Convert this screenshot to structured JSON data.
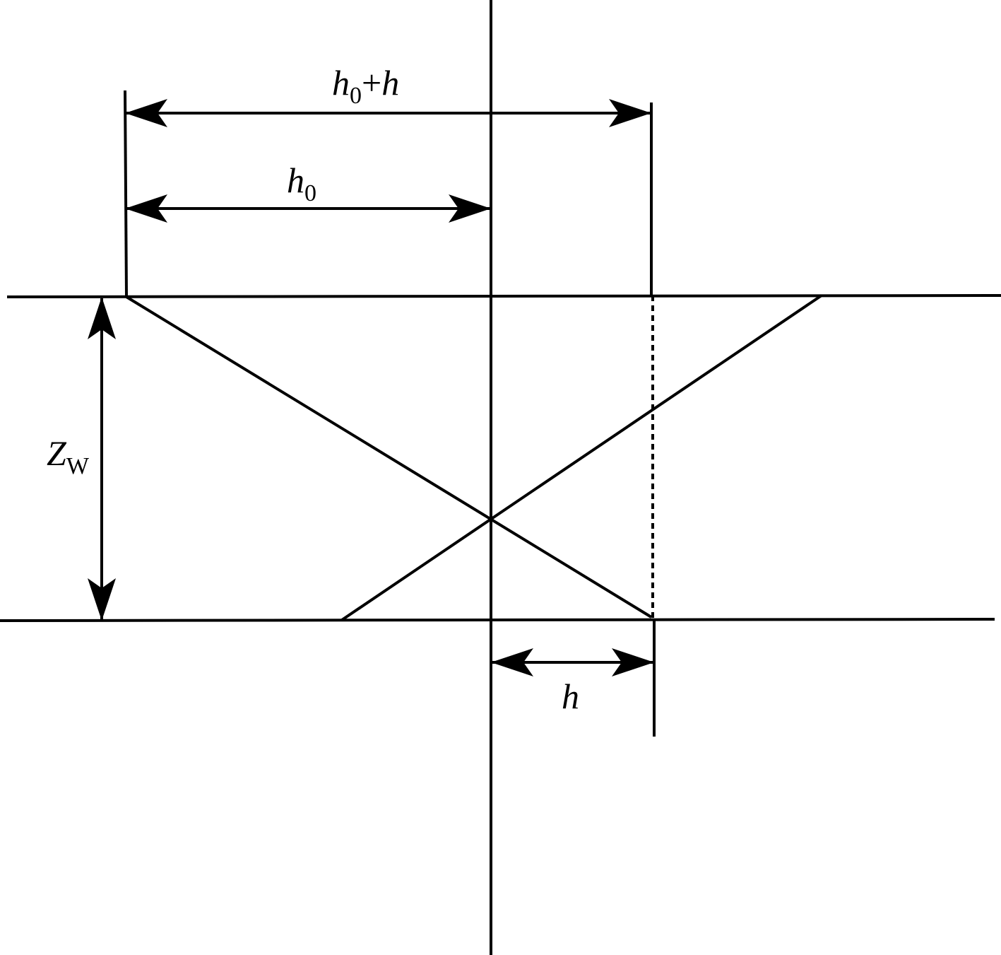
{
  "labels": {
    "top_dimension": {
      "var": "h",
      "sub": "0",
      "op": "+",
      "var2": "h"
    },
    "h0_dimension": {
      "var": "h",
      "sub": "0"
    },
    "zw_dimension": {
      "var": "Z",
      "sub": "W"
    },
    "h_dimension": {
      "var": "h"
    }
  },
  "colors": {
    "stroke": "#000000",
    "background": "#ffffff"
  }
}
